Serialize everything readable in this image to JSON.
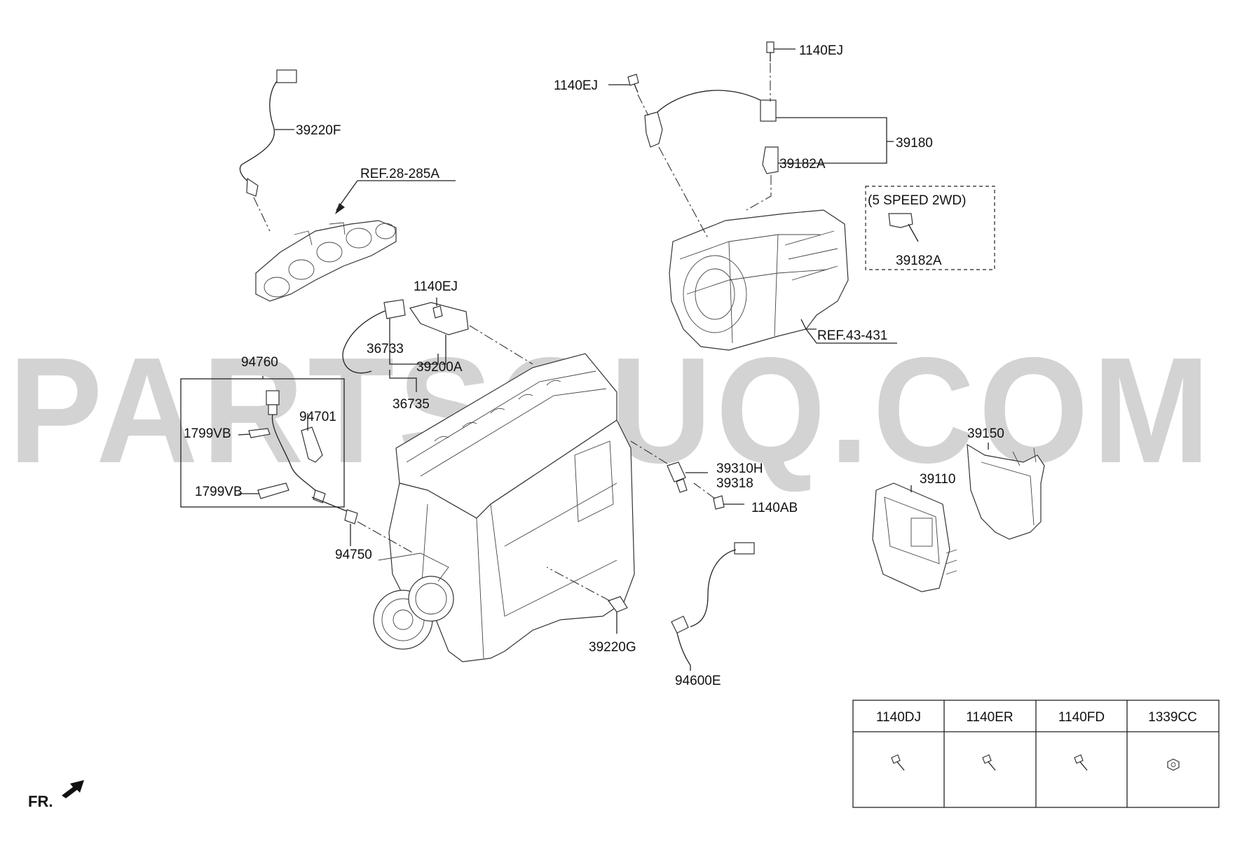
{
  "watermark": "PARTSOUQ.COM",
  "labels": {
    "l_1140ej_top": "1140EJ",
    "l_1140ej_left": "1140EJ",
    "l_39180": "39180",
    "l_39182a_1": "39182A",
    "l_39182a_2": "39182A",
    "l_5speed": "(5 SPEED 2WD)",
    "l_ref43": "REF.43-431",
    "l_39220f": "39220F",
    "l_ref28": "REF.28-285A",
    "l_1140ej_mid": "1140EJ",
    "l_36733": "36733",
    "l_39200a": "39200A",
    "l_36735": "36735",
    "l_94760": "94760",
    "l_94701": "94701",
    "l_1799vb_1": "1799VB",
    "l_1799vb_2": "1799VB",
    "l_94750": "94750",
    "l_39310h": "39310H",
    "l_39318": "39318",
    "l_1140ab": "1140AB",
    "l_39150": "39150",
    "l_39110": "39110",
    "l_39220g": "39220G",
    "l_94600e": "94600E",
    "l_fr": "FR."
  },
  "fastener_table": [
    "1140DJ",
    "1140ER",
    "1140FD",
    "1339CC"
  ]
}
